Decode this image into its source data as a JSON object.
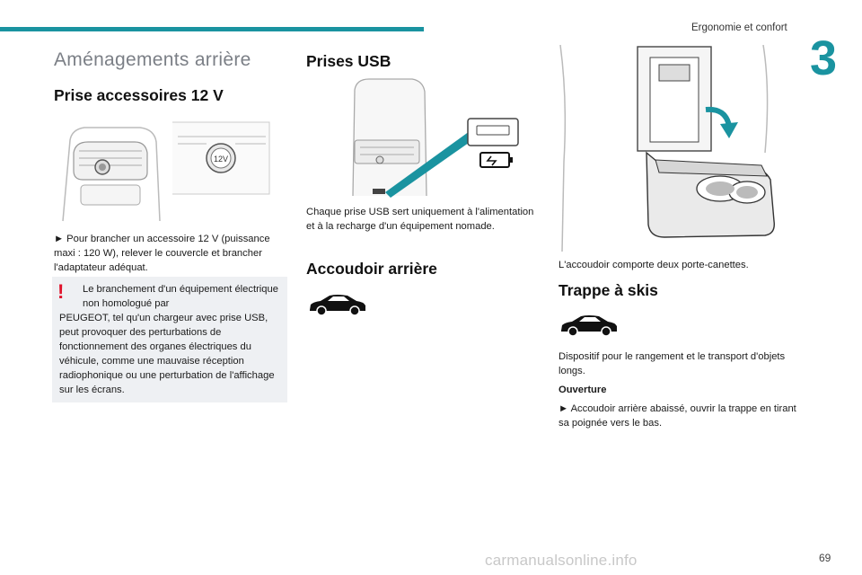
{
  "header": {
    "chapter_title": "Ergonomie et confort",
    "chapter_number": "3",
    "accent_color": "#1a93a0"
  },
  "left": {
    "section_title": "Aménagements arrière",
    "subtitle": "Prise accessoires 12 V",
    "socket_label": "12V",
    "instruction": "► Pour brancher un accessoire 12 V (puissance maxi : 120 W), relever le couvercle et brancher l'adaptateur adéquat.",
    "warning_icon": "!",
    "warning_line1": "Le branchement d'un équipement électrique non homologué par",
    "warning_rest": "PEUGEOT, tel qu'un chargeur avec prise USB, peut provoquer des perturbations de fonctionnement des organes électriques du véhicule, comme une mauvaise réception radiophonique ou une perturbation de l'affichage sur les écrans."
  },
  "middle": {
    "usb_title": "Prises USB",
    "usb_text": "Chaque prise USB sert uniquement à l'alimentation et à la recharge d'un équipement nomade.",
    "armrest_title": "Accoudoir arrière"
  },
  "right": {
    "armrest_caption": "L'accoudoir comporte deux porte-canettes.",
    "ski_title": "Trappe à skis",
    "ski_text": "Dispositif pour le rangement et le transport d'objets longs.",
    "opening_label": "Ouverture",
    "opening_text": "► Accoudoir arrière abaissé, ouvrir la trappe en tirant sa poignée vers le bas."
  },
  "footer": {
    "page_number": "69",
    "watermark": "carmanualsonline.info"
  }
}
